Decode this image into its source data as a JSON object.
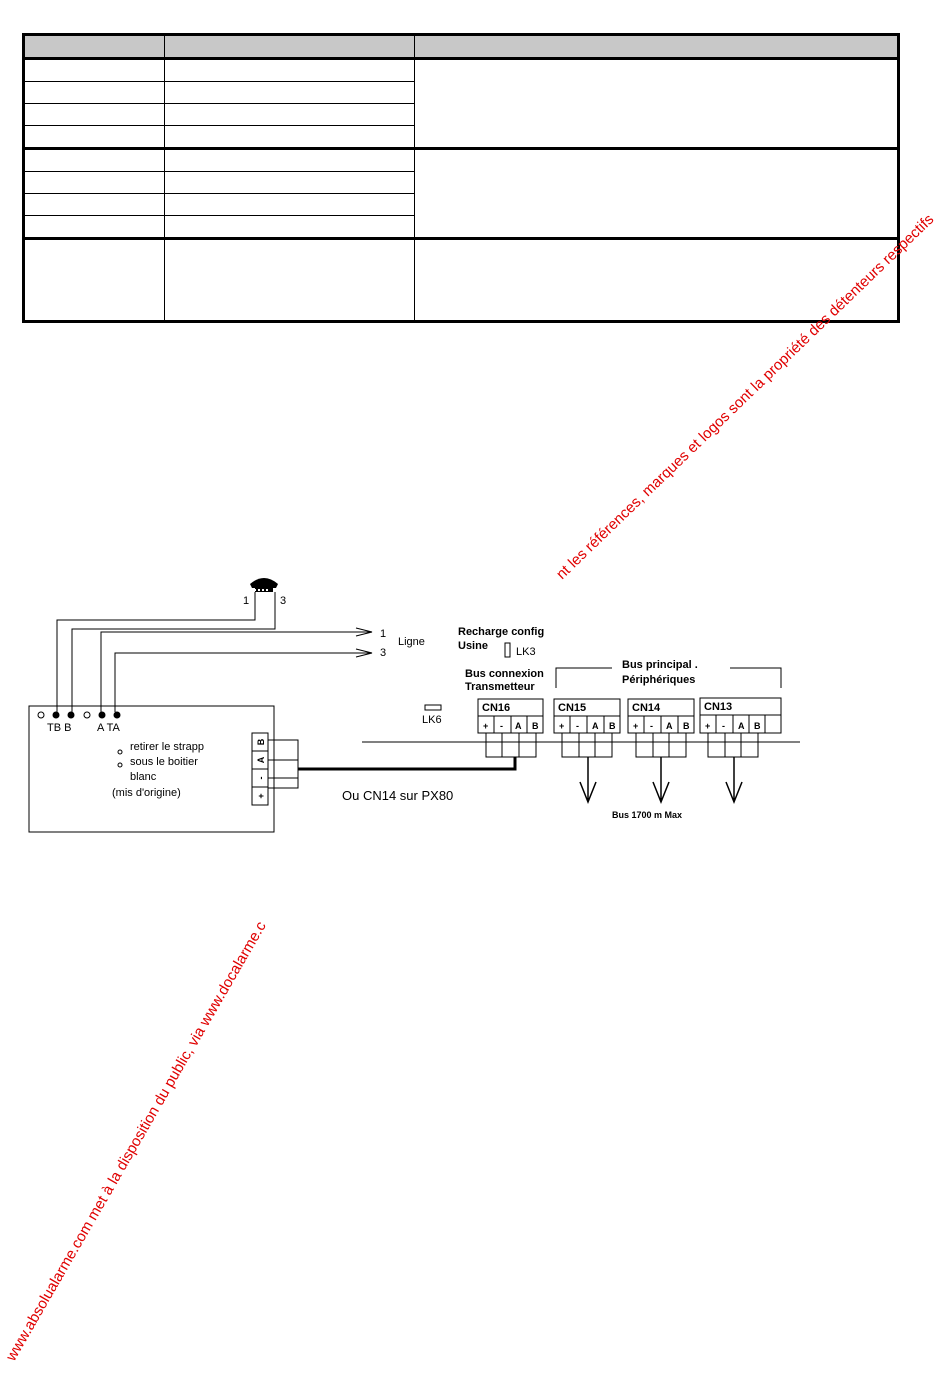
{
  "diagram": {
    "phone": {
      "pin_left": "1",
      "pin_right": "3"
    },
    "line_outputs": {
      "pin1": "1",
      "pin3": "3",
      "label": "Ligne"
    },
    "transmitter": {
      "terminals_left": "TB B",
      "terminals_right": "A TA",
      "note_line1": "retirer le strapp",
      "note_line2": "sous le boitier",
      "note_line3": "blanc",
      "note_line4": "(mis d'origine)",
      "side_connector": {
        "t1": "B",
        "t2": "A",
        "t3": "-",
        "t4": "+"
      }
    },
    "cable_note": "Ou CN14 sur PX80",
    "lk6": "LK6",
    "recharge_line1": "Recharge config",
    "recharge_line2": "Usine",
    "lk3": "LK3",
    "bus_connexion_line1": "Bus connexion",
    "bus_connexion_line2": "Transmetteur",
    "bus_principal_line1": "Bus principal .",
    "bus_principal_line2": "Périphériques",
    "connectors": [
      {
        "name": "CN16",
        "p1": "+",
        "p2": "-",
        "p3": "A",
        "p4": "B"
      },
      {
        "name": "CN15",
        "p1": "+",
        "p2": "-",
        "p3": "A",
        "p4": "B"
      },
      {
        "name": "CN14",
        "p1": "+",
        "p2": "-",
        "p3": "A",
        "p4": "B"
      },
      {
        "name": "CN13",
        "p1": "+",
        "p2": "-",
        "p3": "A",
        "p4": "B"
      }
    ],
    "bus_max": "Bus 1700 m Max"
  },
  "watermark": {
    "line1": "www.absolualarme.com met à la disposition du public, via www.docalarme.c",
    "line2": "nt les références, marques et logos sont la propriété des détenteurs respectifs"
  },
  "colors": {
    "watermark": "#e00000",
    "header_fill": "#c8c8c8"
  }
}
